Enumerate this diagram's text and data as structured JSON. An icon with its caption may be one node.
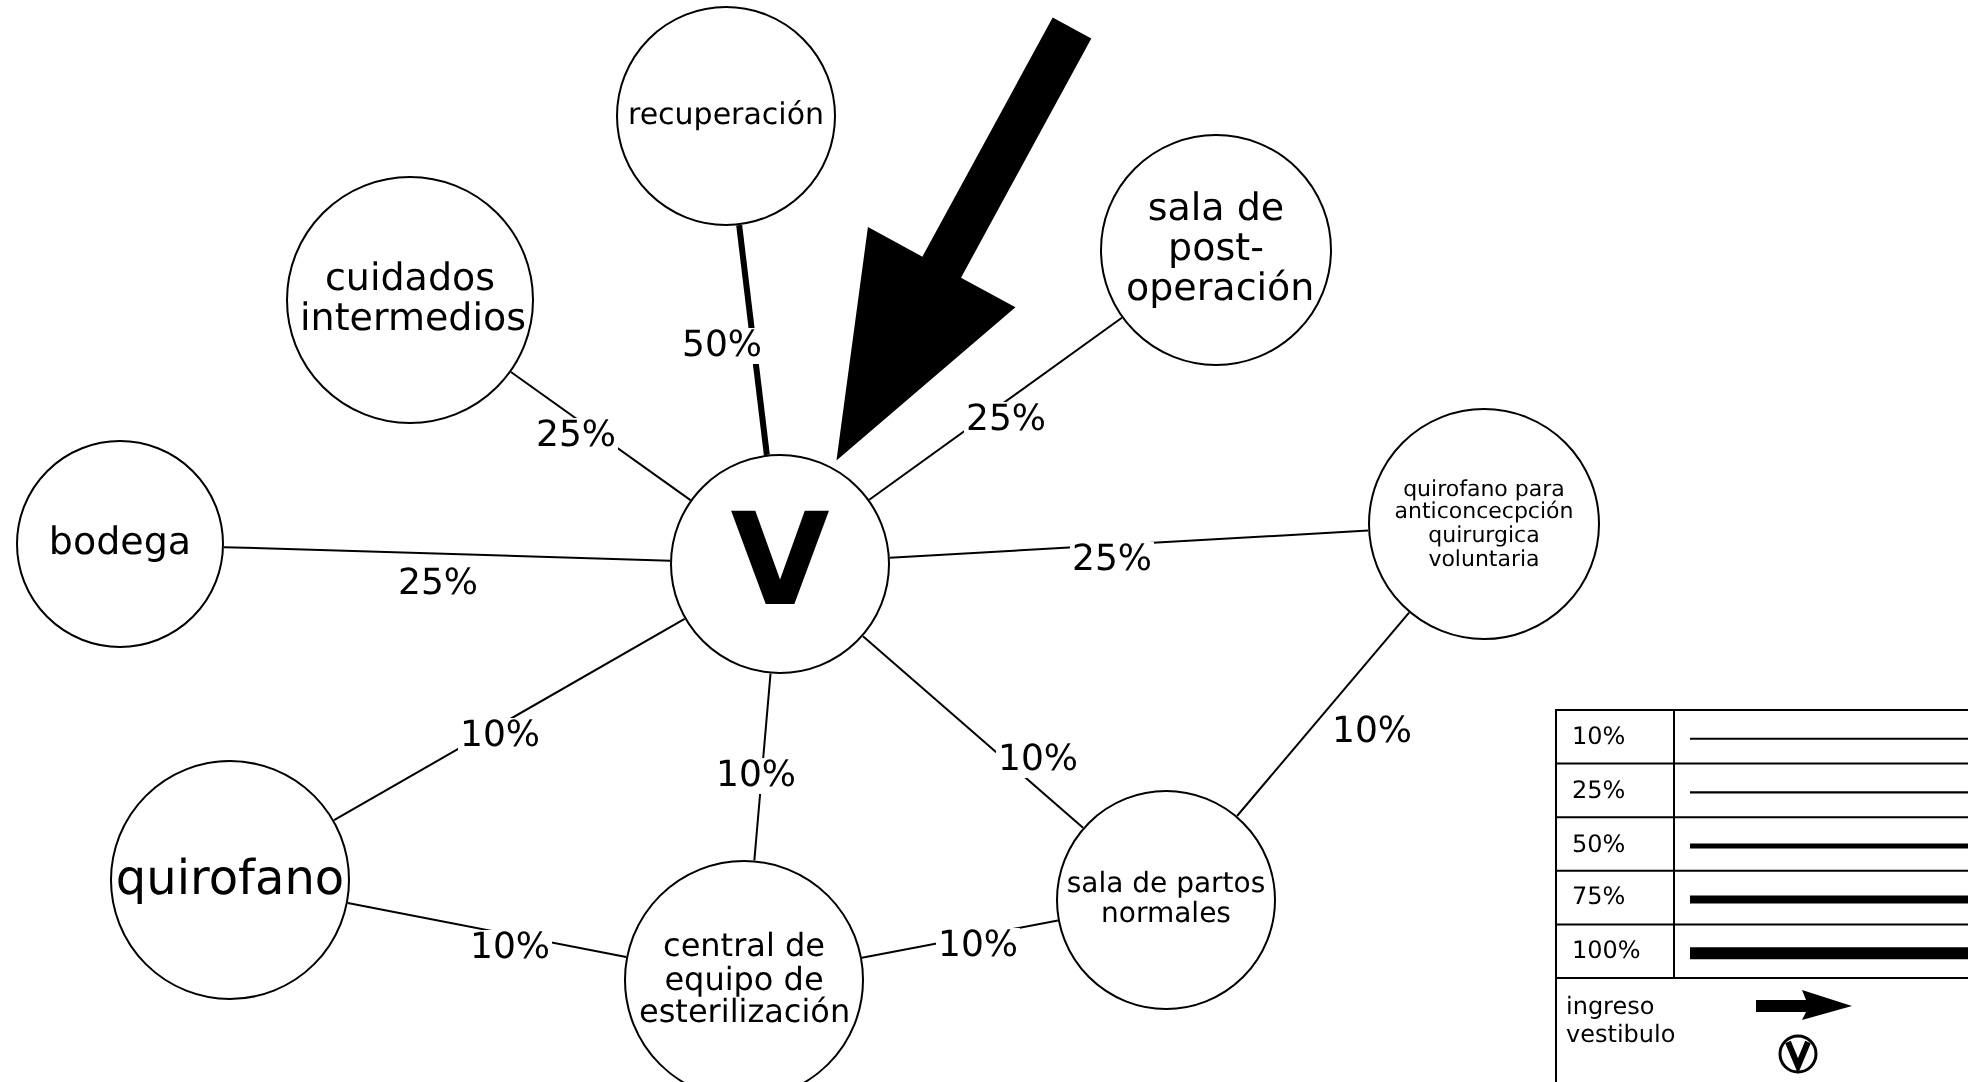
{
  "diagram": {
    "nodes": [
      {
        "text": [
          "recuperación"
        ]
      },
      {
        "text": [
          "cuidados intermedios"
        ]
      },
      {
        "text": [
          "sala de post-operación"
        ]
      },
      {
        "text": [
          "bodega"
        ]
      },
      {
        "text": [
          "V"
        ]
      },
      {
        "text": [
          "quirofano para anticoncecpción quirurgica voluntaria"
        ]
      },
      {
        "text": [
          "quirofano"
        ]
      },
      {
        "text": [
          "central de equipo de esterilización"
        ]
      },
      {
        "text": [
          "sala de partos normales"
        ]
      }
    ],
    "edges": [
      {
        "from": 4,
        "to": 0,
        "arrow": "none",
        "label": "50%",
        "style": "thick"
      },
      {
        "from": 4,
        "to": 1,
        "arrow": "none",
        "label": "25%"
      },
      {
        "from": 4,
        "to": 2,
        "arrow": "none",
        "label": "25%"
      },
      {
        "from": 4,
        "to": 3,
        "arrow": "none",
        "label": "25%"
      },
      {
        "from": 4,
        "to": 5,
        "arrow": "none",
        "label": "25%"
      },
      {
        "from": 4,
        "to": 6,
        "arrow": "none",
        "label": "10%"
      },
      {
        "from": 4,
        "to": 7,
        "arrow": "none",
        "label": "10%"
      },
      {
        "from": 4,
        "to": 8,
        "arrow": "none",
        "label": "10%"
      },
      {
        "from": 5,
        "to": 8,
        "arrow": "none",
        "label": "10%"
      },
      {
        "from": 6,
        "to": 7,
        "arrow": "none",
        "label": "10%"
      },
      {
        "from": 7,
        "to": 8,
        "arrow": "none",
        "label": "10%"
      },
      {
        "from": null,
        "to": 4,
        "arrow": "to",
        "style": "thick"
      }
    ],
    "legend": [
      {
        "text": "10%"
      },
      {
        "text": "25%"
      },
      {
        "text": "50%"
      },
      {
        "text": "75%"
      },
      {
        "text": "100%"
      },
      {
        "text": "ingreso vestibulo"
      }
    ]
  }
}
